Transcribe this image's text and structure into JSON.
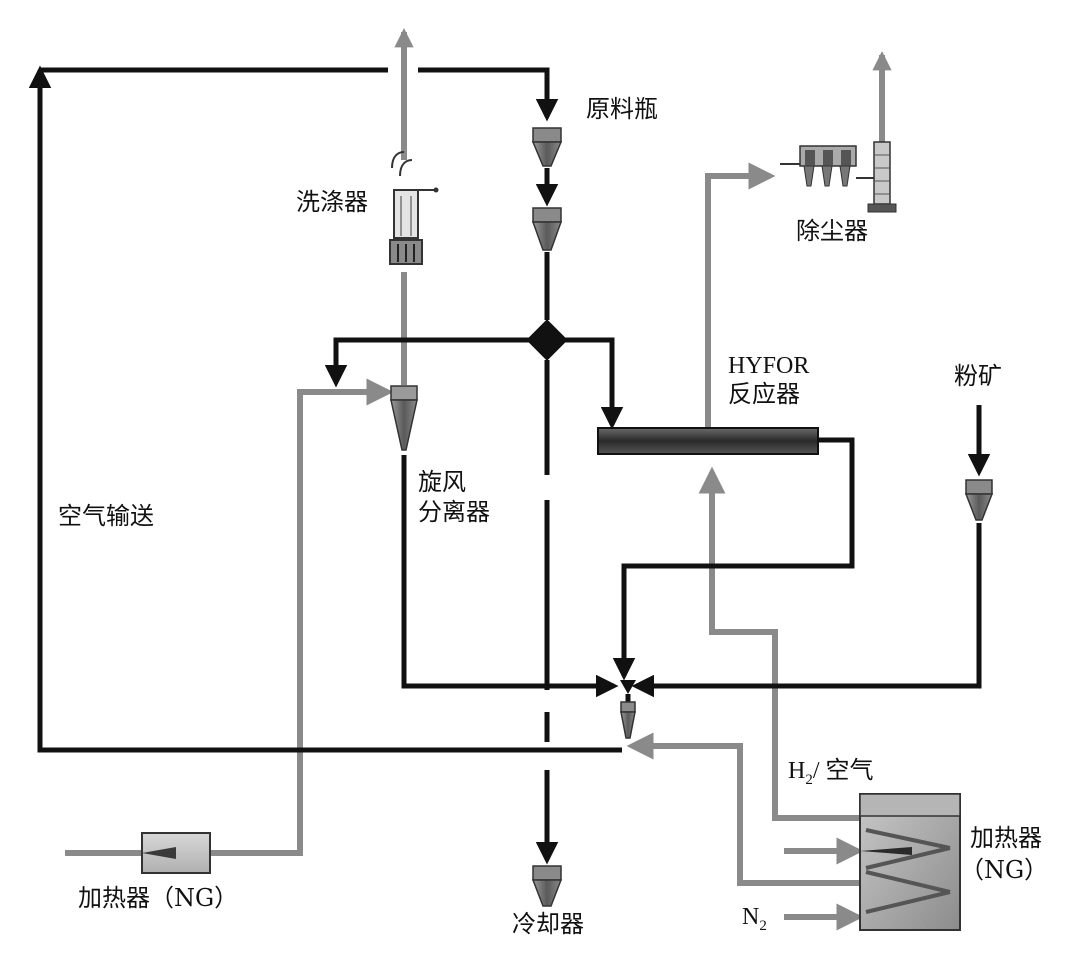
{
  "labels": {
    "raw_material_bin": "原料瓶",
    "scrubber": "洗涤器",
    "dust_collector": "除尘器",
    "hyfor": "HYFOR",
    "reactor": "反应器",
    "fine_ore": "粉矿",
    "cyclone_1": "旋风",
    "cyclone_2": "分离器",
    "air_transport": "空气输送",
    "h2_part1": "H",
    "h2_sub": "2",
    "h2_part2": "/ 空气",
    "heater_right_1": "加热器",
    "heater_right_2": "（NG）",
    "heater_left": "加热器（NG）",
    "cooler": "冷却器",
    "n2_main": "N",
    "n2_sub": "2"
  },
  "colors": {
    "solids_line": "#111111",
    "gas_line": "#8a8a8a",
    "equipment_fill": "#6e6e6e",
    "reactor_fill": "#3a3a3a"
  }
}
